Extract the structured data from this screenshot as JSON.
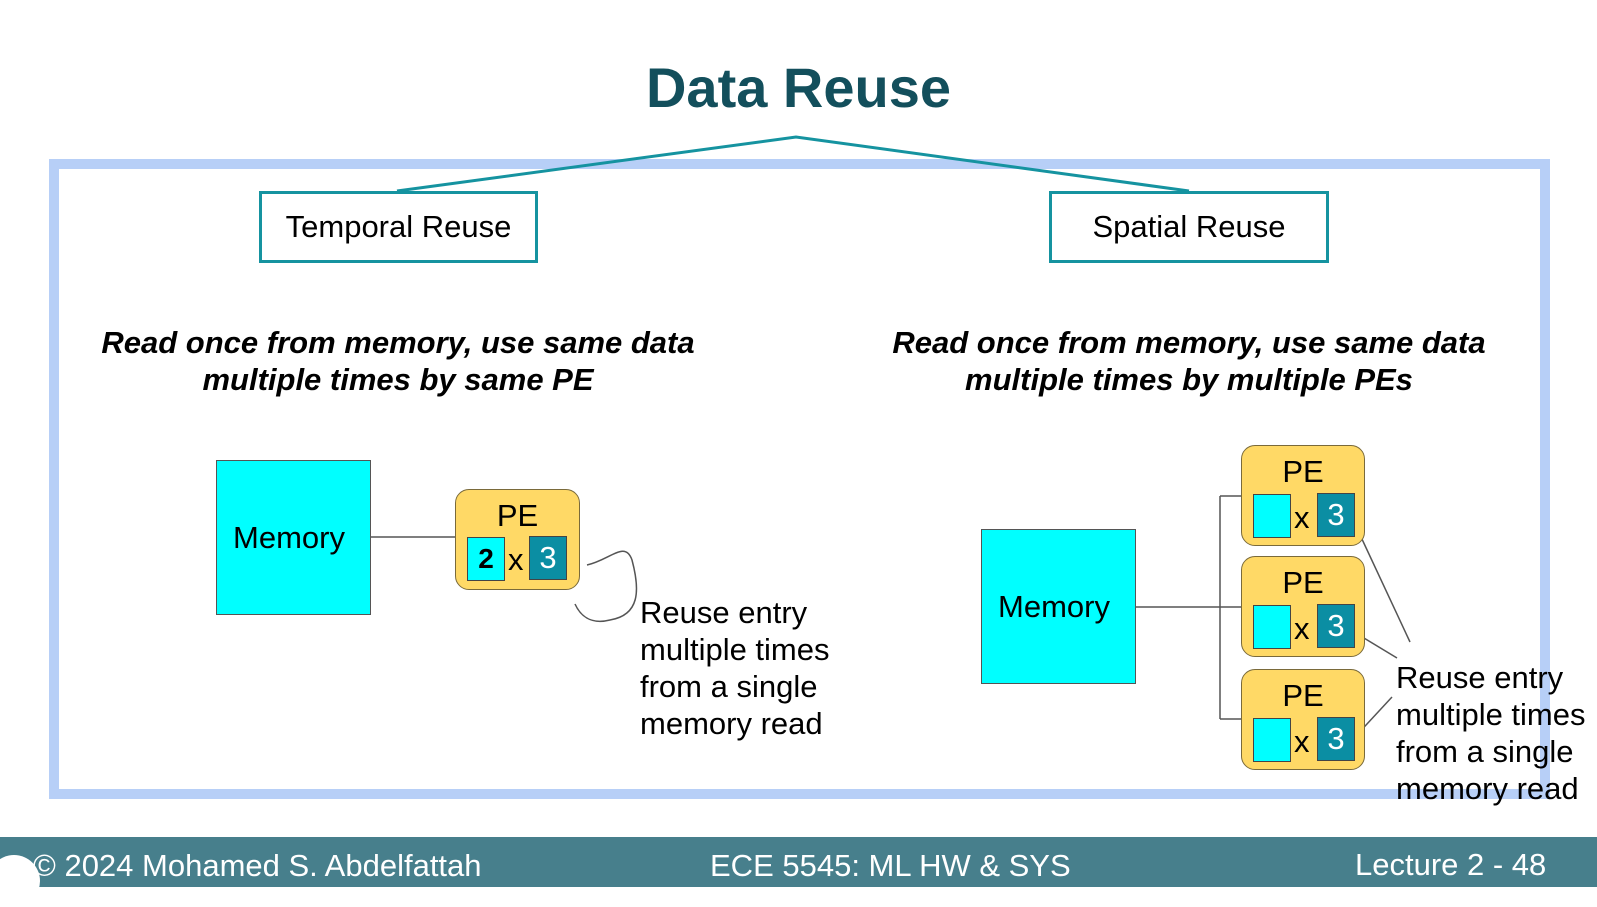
{
  "title": "Data Reuse",
  "temporal": {
    "label": "Temporal Reuse",
    "description_line1": "Read once from memory, use same data",
    "description_line2": "multiple times by same PE",
    "memory_label": "Memory",
    "pe_label": "PE",
    "operand_left": "2",
    "times": "x",
    "operand_right": "3",
    "note_lines": [
      "Reuse entry",
      "multiple times",
      "from a single",
      "memory read"
    ]
  },
  "spatial": {
    "label": "Spatial Reuse",
    "description_line1": "Read once from memory, use same data",
    "description_line2": "multiple times by multiple PEs",
    "memory_label": "Memory",
    "pes": [
      {
        "label": "PE",
        "times": "x",
        "operand_right": "3"
      },
      {
        "label": "PE",
        "times": "x",
        "operand_right": "3"
      },
      {
        "label": "PE",
        "times": "x",
        "operand_right": "3"
      }
    ],
    "note_lines": [
      "Reuse entry",
      "multiple times",
      "from a single",
      "memory read"
    ]
  },
  "footer": {
    "left": "© 2024 Mohamed S. Abdelfattah",
    "center": "ECE 5545: ML HW & SYS",
    "right": "Lecture 2 - 48"
  },
  "colors": {
    "title": "#134f5c",
    "frame": "#b7cff7",
    "box_border": "#1593a0",
    "memory": "#00ffff",
    "pe": "#ffd966",
    "operand": "#0b8ea3",
    "footer": "#477f8c"
  }
}
